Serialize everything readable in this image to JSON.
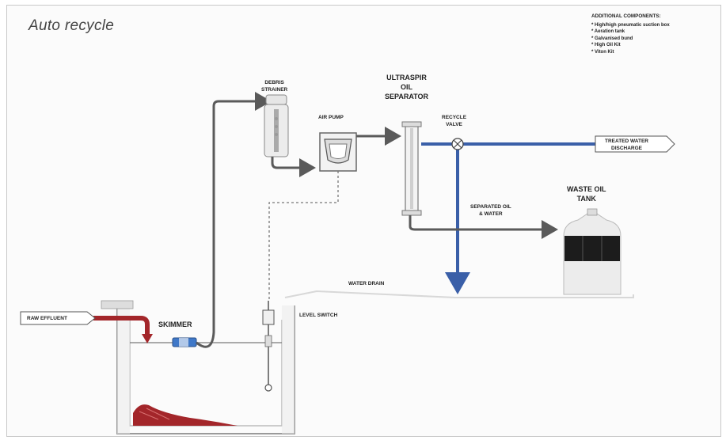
{
  "title": "Auto recycle",
  "additional": {
    "heading": "ADDITIONAL COMPONENTS:",
    "items": [
      "* High/high pneumatic suction box",
      "* Aeration tank",
      "* Galvanised bund",
      "* High Oil Kit",
      "* Viton Kit"
    ]
  },
  "labels": {
    "debris_strainer": [
      "DEBRIS",
      "STRAINER"
    ],
    "air_pump": "AIR PUMP",
    "separator": [
      "ULTRASPIR",
      "OIL",
      "SEPARATOR"
    ],
    "recycle_valve": [
      "RECYCLE",
      "VALVE"
    ],
    "treated_water": [
      "TREATED WATER",
      "DISCHARGE"
    ],
    "waste_oil_tank": [
      "WASTE OIL",
      "TANK"
    ],
    "separated_oil": [
      "SEPARATED OIL",
      "& WATER"
    ],
    "water_drain": "WATER DRAIN",
    "level_switch": "LEVEL SWITCH",
    "skimmer": "SKIMMER",
    "raw_effluent": "RAW EFFLUENT"
  },
  "colors": {
    "pipe": "#5a5a5a",
    "water_flow": "#3a5fa8",
    "oil": "#a3262a",
    "skimmer": "#3f78c8"
  }
}
